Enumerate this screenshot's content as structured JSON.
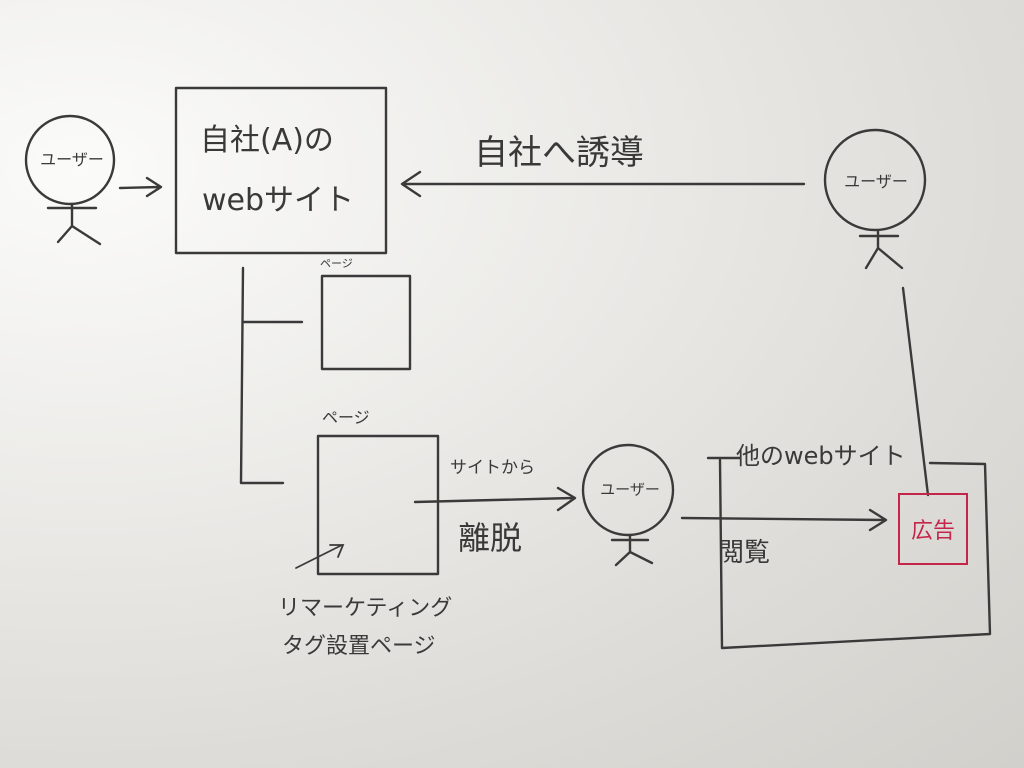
{
  "diagram": {
    "user_label": "ユーザー",
    "company_site_line1": "自社(A)の",
    "company_site_line2": "webサイト",
    "page_label_small": "ページ",
    "page_label": "ページ",
    "remarketing_line1": "リマーケティング",
    "remarketing_line2": "タグ設置ページ",
    "leave_site_small": "サイトから",
    "leave_site_big": "離脱",
    "other_site_label": "他のwebサイト",
    "browse_label": "閲覧",
    "ad_label": "広告",
    "redirect_label": "自社へ誘導",
    "ad_color": "#c4264a"
  }
}
